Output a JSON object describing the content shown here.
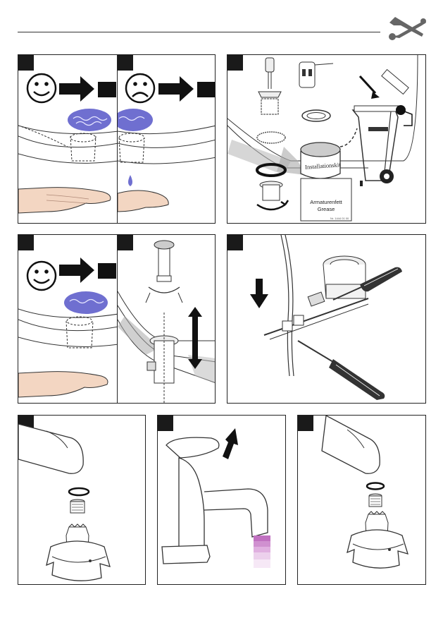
{
  "page": {
    "width": 629,
    "height": 893
  },
  "icons": {
    "header": "wrench-screwdriver-icon"
  },
  "colors": {
    "water": "#6f6fd0",
    "water_light": "#a6a6e8",
    "spray": "#c070c0",
    "skin": "#f3d6c2",
    "badge": "#1a1a1a"
  },
  "panels": [
    {
      "id": "1a",
      "content": "happy-face drain-flows"
    },
    {
      "id": "1b",
      "content": "sad-face drain-drips"
    },
    {
      "id": "2",
      "content": "installation-kit parts"
    },
    {
      "id": "3a",
      "content": "happy-face drain-flows"
    },
    {
      "id": "3b",
      "content": "drain plug adjustment"
    },
    {
      "id": "4",
      "content": "pop-up rod with screwdriver"
    },
    {
      "id": "5a",
      "content": "spout aerator removal"
    },
    {
      "id": "5b",
      "content": "faucet lever up"
    },
    {
      "id": "5c",
      "content": "spout aerator removal"
    }
  ],
  "labels": {
    "installation_kit": "Installationskit",
    "grease_line1": "Armaturenfett",
    "grease_line2": "Grease",
    "part_number": "Nr. 1444 01 00"
  }
}
